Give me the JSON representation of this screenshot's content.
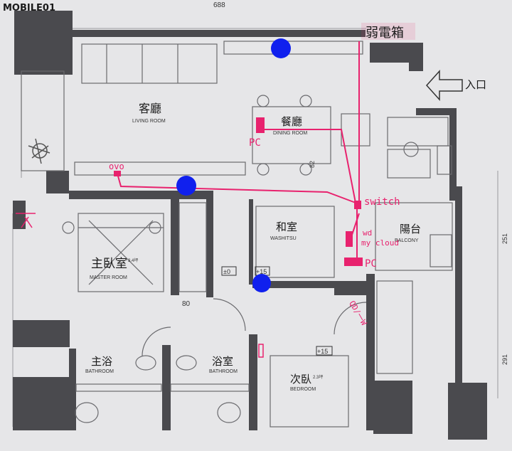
{
  "watermark": "MOBILE01",
  "top_dimension": "688",
  "entrance": "入口",
  "rooms": {
    "living": {
      "zh": "客廳",
      "en": "LIVING ROOM"
    },
    "dining": {
      "zh": "餐廳",
      "en": "DINING ROOM"
    },
    "washitsu": {
      "zh": "和室",
      "en": "WASHITSU"
    },
    "balcony": {
      "zh": "陽台",
      "en": "BALCONY"
    },
    "master": {
      "zh": "主臥室",
      "en": "MASTER ROOM",
      "size": "3.4坪"
    },
    "master_bath": {
      "zh": "主浴",
      "en": "BATHROOM"
    },
    "bath": {
      "zh": "浴室",
      "en": "BATHROOM"
    },
    "bedroom2": {
      "zh": "次臥",
      "en": "BEDROOM",
      "size": "2.3坪"
    }
  },
  "network": {
    "weak_box": "弱電箱",
    "switch": "switch",
    "pc_dining": "PC",
    "pc_balcony": "PC",
    "ovo": "ovo",
    "wd_line1": "wd",
    "wd_line2": "my cloud",
    "handwritten": "QD/一W"
  },
  "dimensions": {
    "d80": "80",
    "d82": "82",
    "d251": "251",
    "d291": "291",
    "lvl0": "±0",
    "lvl15a": "+15",
    "lvl15b": "+15"
  },
  "colors": {
    "network": "#e8226e",
    "ap_dot": "#1020ee",
    "wall": "#4a4a4e",
    "paper": "#e6e6e8"
  }
}
